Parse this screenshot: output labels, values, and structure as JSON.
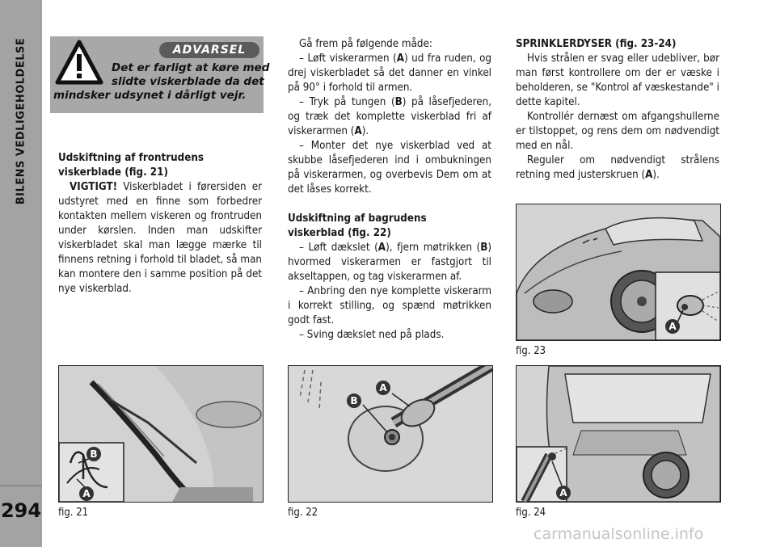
{
  "sidebar": {
    "section_title": "BILENS VEDLIGEHOLDELSE",
    "page_number": "294"
  },
  "warning": {
    "heading": "ADVARSEL",
    "line1": "Det er farligt at køre med",
    "line2": "slidte viskerblade da det",
    "line3": "mindsker udsynet i dårligt vejr."
  },
  "col1": {
    "heading_line1": "Udskiftning af frontrudens",
    "heading_line2": "viskerblade (fig. 21)",
    "important_label": "VIGTIGT!",
    "important_text": " Viskerbladet i førersiden er udstyret med en finne som forbedrer kontakten mellem viskeren og frontruden under kørslen. Inden man udskifter viskerbladet skal man lægge mærke til finnens retning i forhold til bladet, så man kan montere den i samme position på det nye viskerblad."
  },
  "col2": {
    "intro": "Gå frem på følgende måde:",
    "front_steps": [
      [
        "– Løft viskerarmen (",
        "A",
        ") ud fra ruden, og drej viskerbladet så det danner en vinkel på 90° i forhold til armen."
      ],
      [
        "– Tryk på tungen (",
        "B",
        ") på låsefjederen, og træk det komplette viskerblad fri af viskerarmen (",
        "A",
        ")."
      ],
      [
        "– Monter det nye viskerblad ved at skubbe låsefjederen ind i ombukningen på viskerarmen, og overbevis Dem om at det låses korrekt."
      ]
    ],
    "rear_heading_line1": "Udskiftning af bagrudens",
    "rear_heading_line2": "viskerblad (fig. 22)",
    "rear_steps": [
      [
        "– Løft dækslet (",
        "A",
        "), fjern møtrikken (",
        "B",
        ") hvormed viskerarmen er fastgjort til akseltappen, og tag viskerarmen af."
      ],
      [
        "– Anbring den nye komplette viskerarm i korrekt stilling, og spænd møtrikken godt fast."
      ],
      [
        "– Sving dækslet ned på plads."
      ]
    ]
  },
  "col3": {
    "heading": "SPRINKLERDYSER (fig. 23-24)",
    "paragraphs": [
      [
        "Hvis strålen er svag eller udebliver, bør man først kontrollere om der er væske i beholderen, se \"Kontrol af væskestande\" i dette kapitel."
      ],
      [
        "Kontrollér dernæst om afgangshullerne er tilstoppet, og rens dem om nødvendigt med en nål."
      ],
      [
        "Reguler om nødvendigt strålens retning med justerskruen (",
        "A",
        ")."
      ]
    ]
  },
  "figures": {
    "fig21": {
      "caption": "fig. 21",
      "labels": [
        "B",
        "A"
      ]
    },
    "fig22": {
      "caption": "fig. 22",
      "labels": [
        "A",
        "B"
      ]
    },
    "fig23": {
      "caption": "fig. 23",
      "labels": [
        "A"
      ]
    },
    "fig24": {
      "caption": "fig. 24",
      "labels": [
        "A"
      ]
    }
  },
  "watermark": "carmanualsonline.info",
  "colors": {
    "sidebar": "#a3a3a3",
    "warning_box": "#a8a8a8",
    "warning_pill": "#5b5b5b",
    "callout": "#333333"
  }
}
